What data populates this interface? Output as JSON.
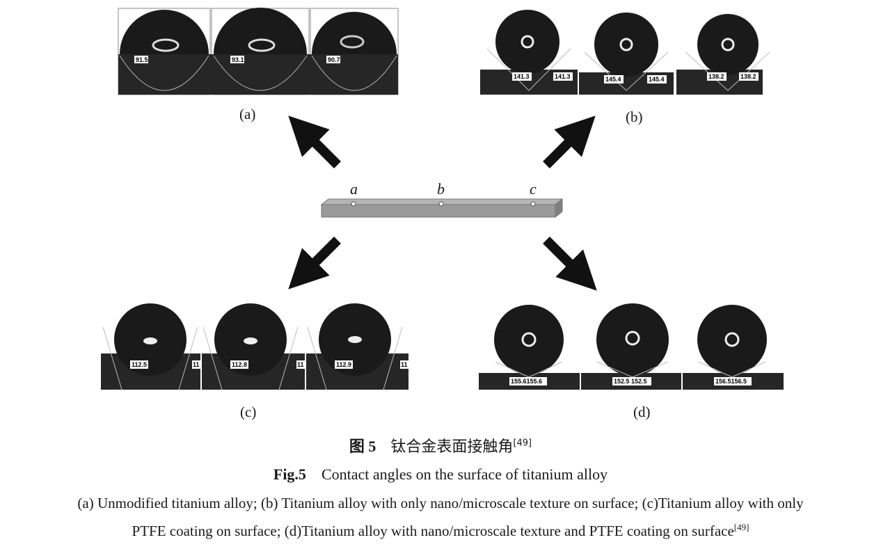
{
  "panels": {
    "a": {
      "label": "(a)",
      "angles": [
        "91.5",
        "93.1",
        "90.7"
      ]
    },
    "b": {
      "label": "(b)",
      "angles": [
        [
          "141.3",
          "141.3"
        ],
        [
          "145.4",
          "145.4"
        ],
        [
          "138.2",
          "138.2"
        ]
      ]
    },
    "c": {
      "label": "(c)",
      "angles": [
        "112.5",
        "112.8",
        "112.9"
      ],
      "cut_labels": [
        "11",
        "11",
        "11"
      ]
    },
    "d": {
      "label": "(d)",
      "angles": [
        "155.6155.6",
        "152.5 152.5",
        "156.5156.5"
      ]
    }
  },
  "bar": {
    "points": [
      "a",
      "b",
      "c"
    ]
  },
  "caption": {
    "cn_prefix": "图 5",
    "cn_text": "钛合金表面接触角",
    "cn_ref": "[49]",
    "en_prefix": "Fig.5",
    "en_text": "Contact angles on the surface of titanium alloy",
    "sub_line1": "(a) Unmodified titanium alloy; (b) Titanium alloy with only nano/microscale texture on surface; (c)Titanium alloy with only",
    "sub_line2": "PTFE coating on surface; (d)Titanium alloy with nano/microscale texture and PTFE coating on surface",
    "sub_ref": "[49]"
  },
  "colors": {
    "drop": "#1c1c1c",
    "substrate": "#262626",
    "arrow": "#111111",
    "bar": "#9a9a9a"
  }
}
